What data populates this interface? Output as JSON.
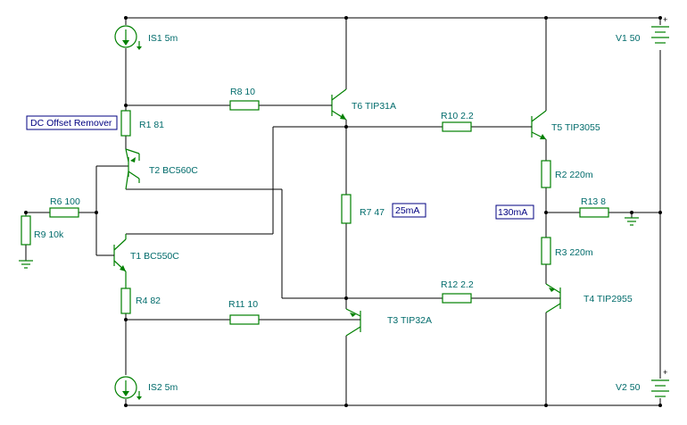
{
  "sources": {
    "IS1": "IS1 5m",
    "IS2": "IS2 5m",
    "V1": "V1 50",
    "V2": "V2 50"
  },
  "resistors": {
    "R1": "R1 81",
    "R2": "R2 220m",
    "R3": "R3 220m",
    "R4": "R4 82",
    "R6": "R6 100",
    "R7": "R7 47",
    "R8": "R8 10",
    "R9": "R9 10k",
    "R10": "R10 2.2",
    "R11": "R11 10",
    "R12": "R12 2.2",
    "R13": "R13 8"
  },
  "transistors": {
    "T1": "T1 BC550C",
    "T2": "T2 BC560C",
    "T3": "T3 TIP32A",
    "T4": "T4 TIP2955",
    "T5": "T5 TIP3055",
    "T6": "T6 TIP31A"
  },
  "notes": {
    "dc_offset": "DC Offset Remover",
    "bias_current": "25mA",
    "output_current": "130mA"
  },
  "battery_marks": {
    "plus": "+"
  },
  "colors": {
    "wire": "#000000",
    "component": "#008000",
    "label": "#006b6b",
    "note": "#000080"
  }
}
